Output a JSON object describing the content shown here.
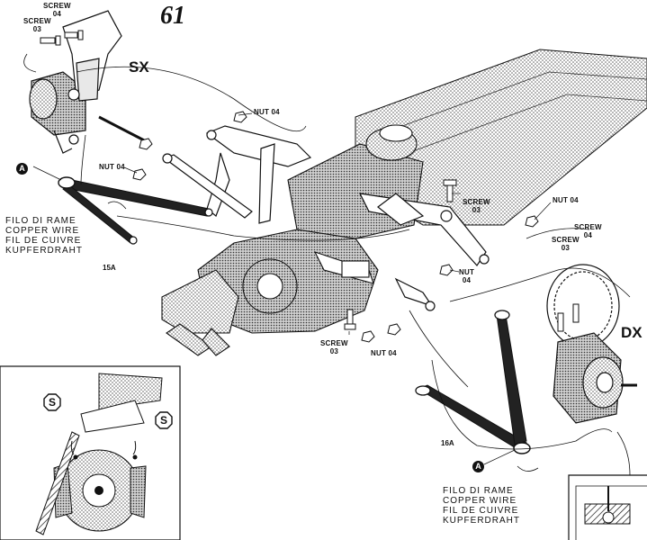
{
  "step_number": "61",
  "sides": {
    "left": "SX",
    "right": "DX"
  },
  "copper_wire_lines": [
    "FILO DI RAME",
    "COPPER WIRE",
    "FIL DE CUIVRE",
    "KUPFERDRAHT"
  ],
  "labels": {
    "screw_word": "SCREW",
    "nut_word": "NUT",
    "part_04": "04",
    "part_03": "03"
  },
  "part_codes": {
    "left_arm": "15A",
    "right_arm": "16A"
  },
  "markers": {
    "a": "A",
    "s": "S"
  },
  "colors": {
    "ink": "#111111",
    "paper": "#ffffff",
    "shade": "#9a9a9a"
  }
}
